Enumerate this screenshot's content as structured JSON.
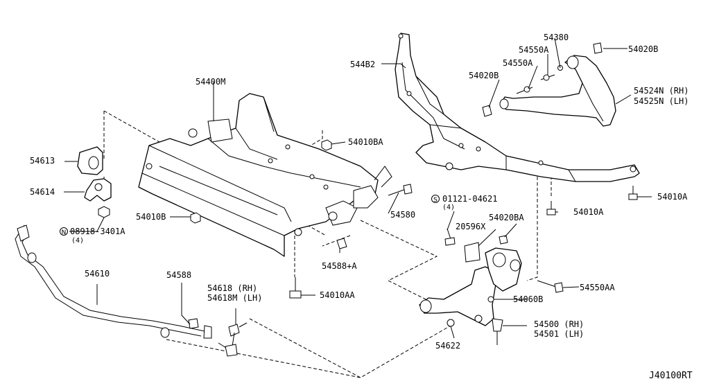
{
  "diagram_code": "J40100RT",
  "callouts": {
    "p54400M": "54400M",
    "p544B2": "544B2",
    "p54380": "54380",
    "p54550A_1": "54550A",
    "p54550A_2": "54550A",
    "p54020B_top": "54020B",
    "p54020B_mid": "54020B",
    "p54524N": "54524N (RH)",
    "p54525N": "54525N (LH)",
    "p54613": "54613",
    "p54614": "54614",
    "p54010BA": "54010BA",
    "p54010B": "54010B",
    "p08918": "08918-3401A",
    "p08918_qty": "(4)",
    "p54580": "54580",
    "p01121": "01121-04621",
    "p01121_qty": "(4)",
    "p20596X": "20596X",
    "p54020BA": "54020BA",
    "p54010A_1": "54010A",
    "p54010A_2": "54010A",
    "p54588A": "54588+A",
    "p54610": "54610",
    "p54588": "54588",
    "p54618": "54618 (RH)",
    "p54618M": "54618M (LH)",
    "p54010AA": "54010AA",
    "p54550AA": "54550AA",
    "p54060B": "54060B",
    "p54500": "54500 (RH)",
    "p54501": "54501 (LH)",
    "p54622": "54622"
  }
}
